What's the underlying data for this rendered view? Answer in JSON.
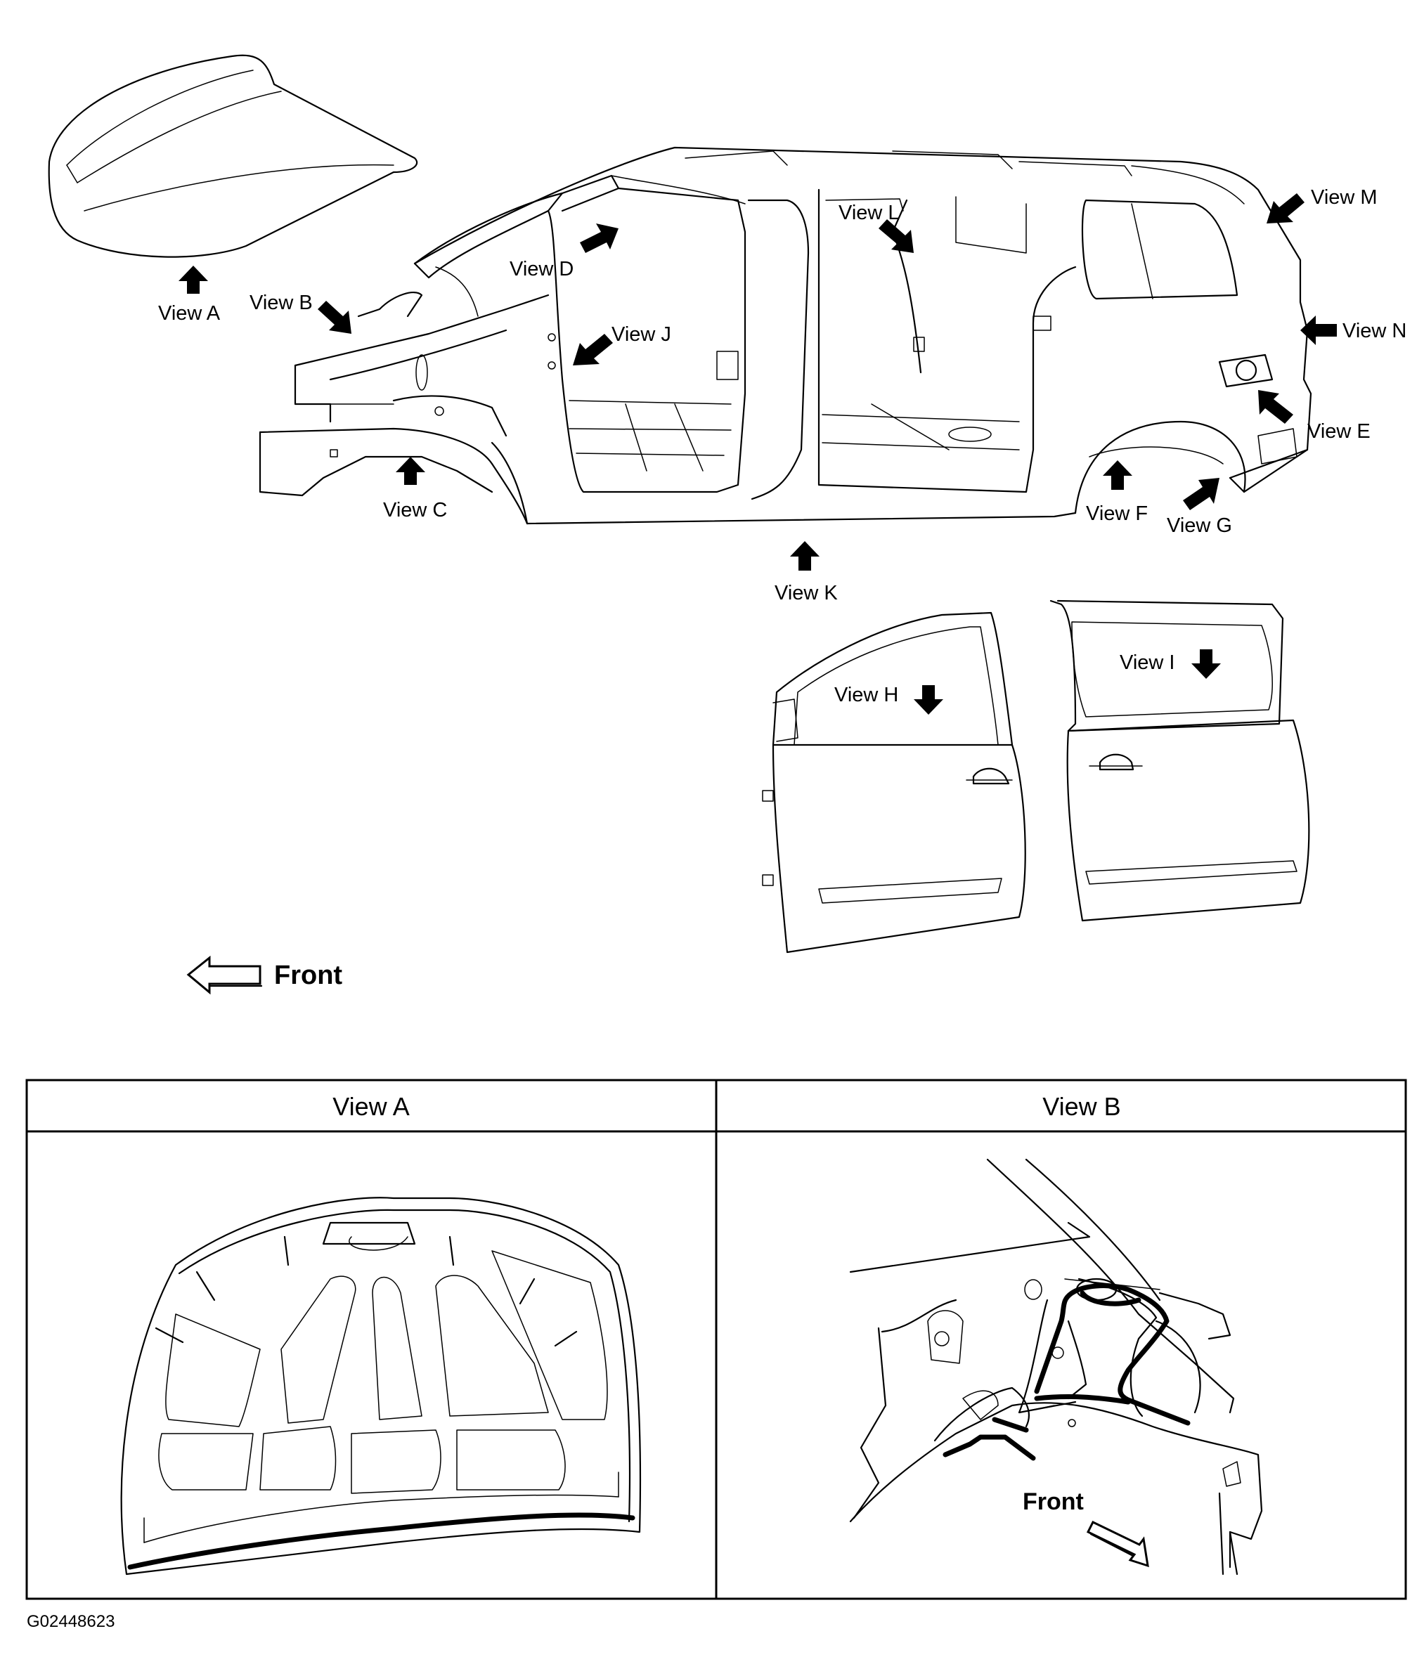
{
  "callouts": {
    "view_a": "View A",
    "view_b": "View B",
    "view_c": "View C",
    "view_d": "View D",
    "view_e": "View E",
    "view_f": "View F",
    "view_g": "View G",
    "view_h": "View H",
    "view_i": "View I",
    "view_j": "View J",
    "view_k": "View K",
    "view_l": "View L",
    "view_m": "View M",
    "view_n": "View N"
  },
  "front_indicator_label": "Front",
  "table": {
    "headers": [
      "View A",
      "View B"
    ],
    "view_b_front_label": "Front"
  },
  "figure_id": "G02448623"
}
